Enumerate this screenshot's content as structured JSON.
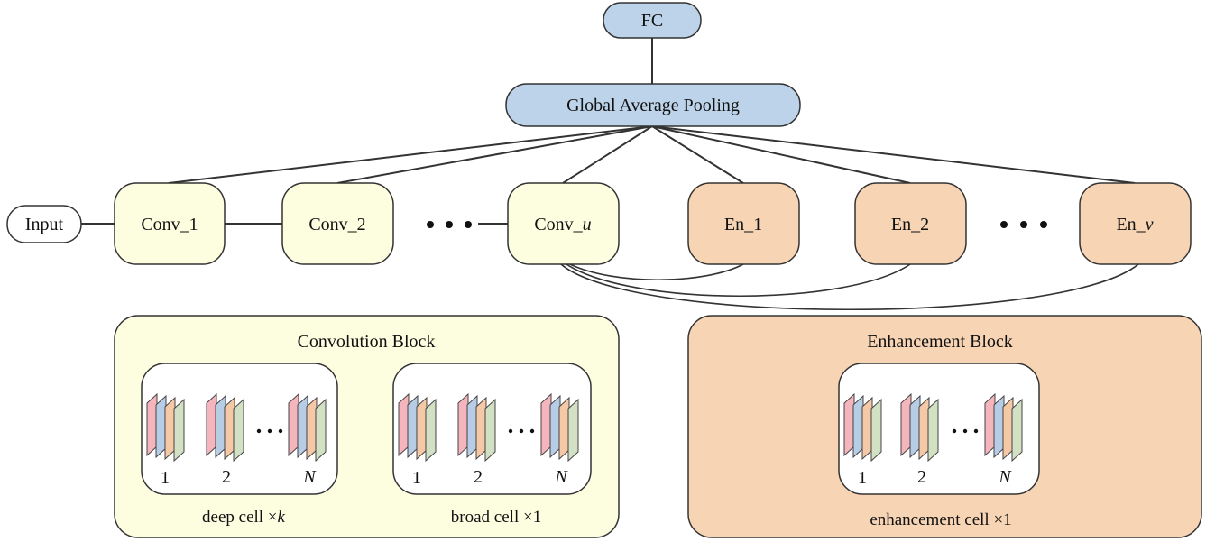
{
  "nodes": {
    "fc": "FC",
    "gap": "Global Average Pooling",
    "input": "Input",
    "conv1": "Conv_1",
    "conv2": "Conv_2",
    "convu_prefix": "Conv_",
    "convu_sub": "u",
    "en1": "En_1",
    "en2": "En_2",
    "env_prefix": "En_",
    "env_sub": "v"
  },
  "convolution_block": {
    "title": "Convolution Block",
    "deep_cell_prefix": "deep cell ×",
    "deep_cell_var": "k",
    "broad_cell": "broad cell ×1",
    "indices": [
      "1",
      "2",
      "N"
    ]
  },
  "enhancement_block": {
    "title": "Enhancement Block",
    "cell": "enhancement cell ×1",
    "indices": [
      "1",
      "2",
      "N"
    ]
  },
  "colors": {
    "blue_fill": "#bcd3e9",
    "yellow_fill": "#fdfde0",
    "orange_fill": "#f7d4b4",
    "layer_red": "#f5b5bd",
    "layer_blue": "#b7cde6",
    "layer_orange": "#f6c9a6",
    "layer_green": "#d2e1c4"
  }
}
